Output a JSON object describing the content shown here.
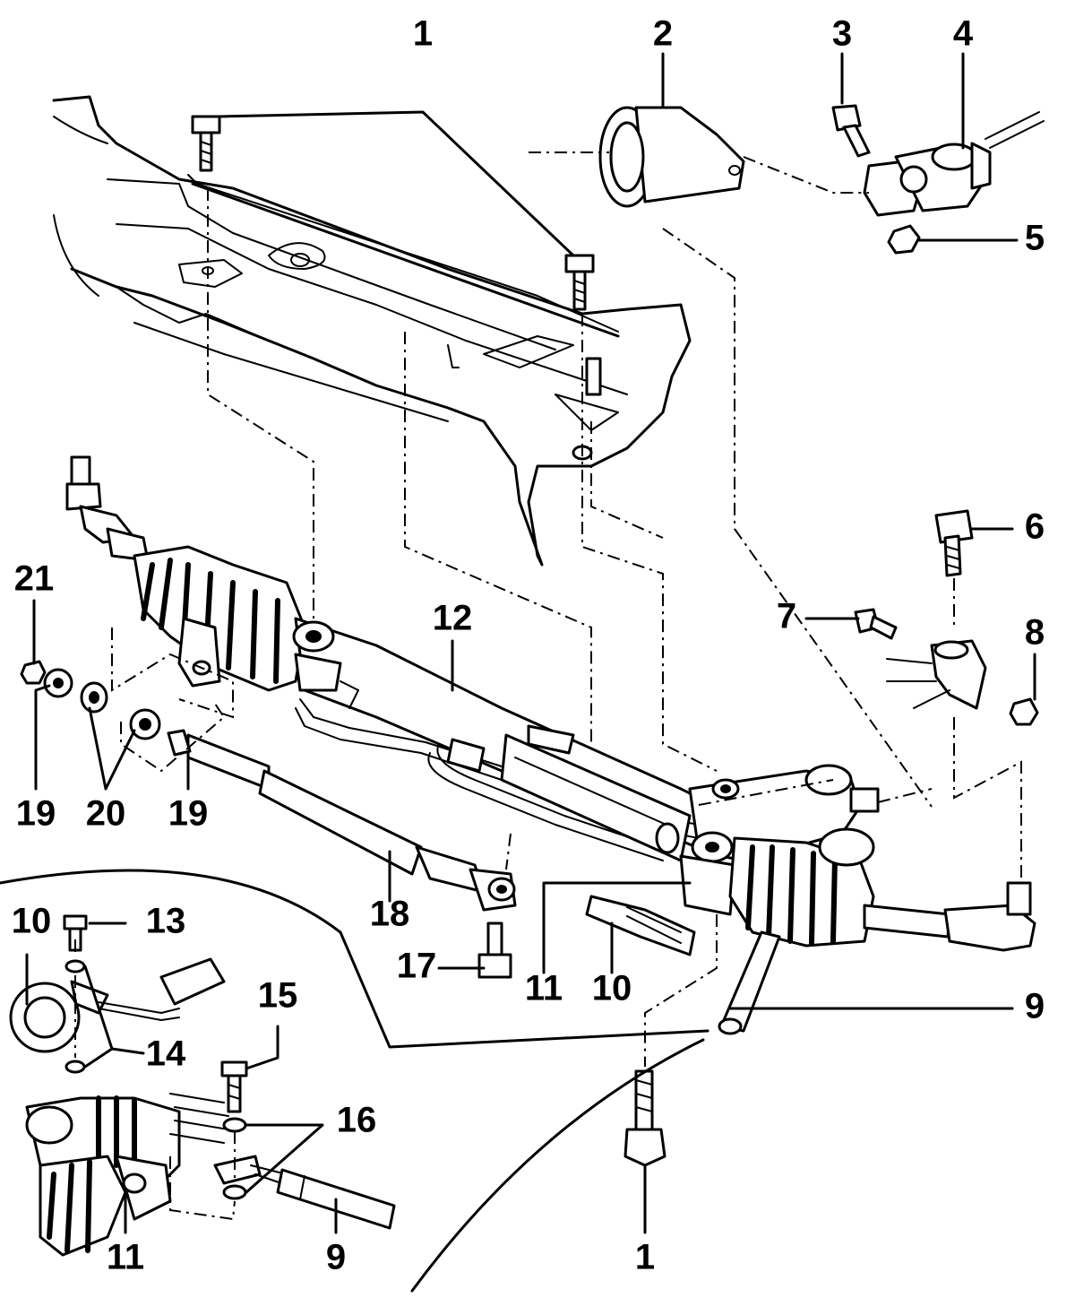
{
  "diagram": {
    "colors": {
      "ink": "#000000",
      "paper": "#ffffff"
    },
    "callouts": [
      {
        "id": "c1-top",
        "text": "1"
      },
      {
        "id": "c2",
        "text": "2"
      },
      {
        "id": "c3",
        "text": "3"
      },
      {
        "id": "c4",
        "text": "4"
      },
      {
        "id": "c5",
        "text": "5"
      },
      {
        "id": "c6",
        "text": "6"
      },
      {
        "id": "c7",
        "text": "7"
      },
      {
        "id": "c8",
        "text": "8"
      },
      {
        "id": "c21",
        "text": "21"
      },
      {
        "id": "c12",
        "text": "12"
      },
      {
        "id": "c19-left",
        "text": "19"
      },
      {
        "id": "c20",
        "text": "20"
      },
      {
        "id": "c19-right",
        "text": "19"
      },
      {
        "id": "c18",
        "text": "18"
      },
      {
        "id": "c17",
        "text": "17"
      },
      {
        "id": "c11-main",
        "text": "11"
      },
      {
        "id": "c10-main",
        "text": "10"
      },
      {
        "id": "c9-main",
        "text": "9"
      },
      {
        "id": "c10-inset",
        "text": "10"
      },
      {
        "id": "c13",
        "text": "13"
      },
      {
        "id": "c14",
        "text": "14"
      },
      {
        "id": "c15",
        "text": "15"
      },
      {
        "id": "c16",
        "text": "16"
      },
      {
        "id": "c11-inset",
        "text": "11"
      },
      {
        "id": "c9-inset",
        "text": "9"
      },
      {
        "id": "c1-bottom",
        "text": "1"
      }
    ]
  }
}
